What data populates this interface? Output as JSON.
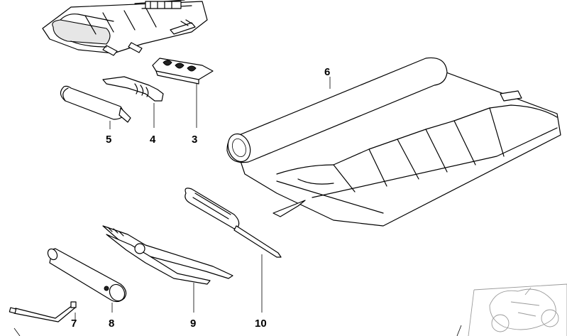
{
  "callouts": [
    {
      "id": "3",
      "text": "3"
    },
    {
      "id": "4",
      "text": "4"
    },
    {
      "id": "5",
      "text": "5"
    },
    {
      "id": "6",
      "text": "6"
    },
    {
      "id": "7",
      "text": "7"
    },
    {
      "id": "8",
      "text": "8"
    },
    {
      "id": "9",
      "text": "9"
    },
    {
      "id": "10",
      "text": "10"
    }
  ]
}
